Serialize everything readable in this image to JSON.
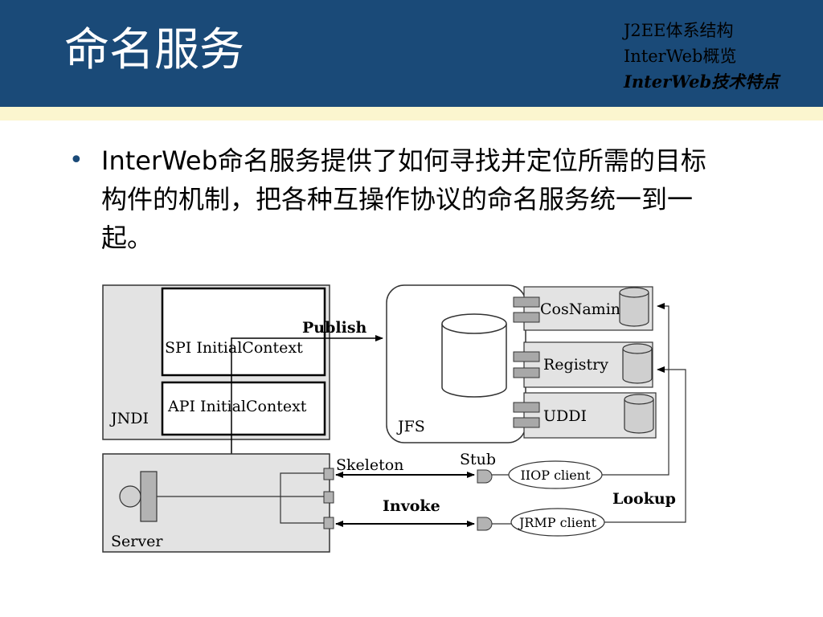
{
  "header": {
    "title": "命名服务",
    "nav": [
      "J2EE体系结构",
      "InterWeb概览",
      "InterWeb技术特点"
    ],
    "current_index": 2
  },
  "content": {
    "bullet": "InterWeb命名服务提供了如何寻找并定位所需的目标构件的机制，把各种互操作协议的命名服务统一到一起。"
  },
  "diagram": {
    "jndi_label": "JNDI",
    "spi_label": "SPI InitialContext",
    "api_label": "API InitialContext",
    "publish_label": "Publish",
    "jfs_label": "JFS",
    "services": [
      "CosNaming",
      "Registry",
      "UDDI"
    ],
    "server_label": "Server",
    "skeleton_label": "Skeleton",
    "stub_label": "Stub",
    "iiop_label": "IIOP client",
    "jrmp_label": "JRMP client",
    "invoke_label": "Invoke",
    "lookup_label": "Lookup"
  },
  "colors": {
    "header_bg": "#1a4a78",
    "stripe_bg": "#fbf6cf",
    "box_fill": "#e3e3e3",
    "cylinder_fill": "#d9d9d9"
  }
}
